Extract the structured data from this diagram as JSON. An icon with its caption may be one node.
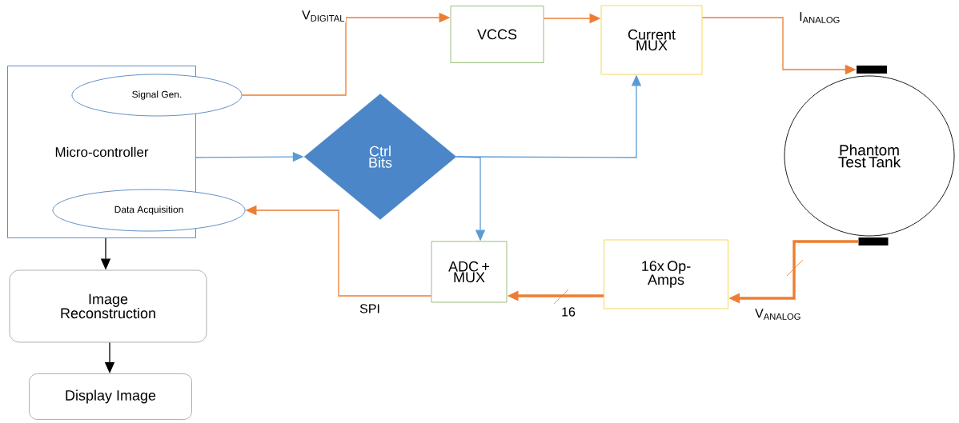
{
  "diagram": {
    "nodes": [
      {
        "text": [
          "Micro-controller"
        ]
      },
      {
        "text": [
          "Signal Gen."
        ]
      },
      {
        "text": [
          "Data Acquisition"
        ]
      },
      {
        "text": [
          "Image Reconstruction"
        ]
      },
      {
        "text": [
          "Display Image"
        ]
      },
      {
        "text": [
          "Ctrl Bits"
        ]
      },
      {
        "text": [
          "VCCS"
        ]
      },
      {
        "text": [
          "Current MUX"
        ]
      },
      {
        "text": [
          "ADC + MUX"
        ]
      },
      {
        "text": [
          "16x Op-Amps"
        ]
      },
      {
        "text": [
          "Phantom Test Tank"
        ]
      },
      {
        "text": [],
        "shape": "bar"
      },
      {
        "text": [],
        "shape": "bar"
      }
    ],
    "edges": [
      {
        "from": 1,
        "to": 6,
        "arrow": "to",
        "label": "V$_{DIGITAL}$"
      },
      {
        "from": 6,
        "to": 7,
        "arrow": "to"
      },
      {
        "from": 7,
        "to": 11,
        "arrow": "to",
        "label": "I$_{ANALOG}$"
      },
      {
        "from": 0,
        "to": 5,
        "arrow": "to",
        "color": "#5b9bd5"
      },
      {
        "from": 5,
        "to": 7,
        "arrow": "to",
        "color": "#5b9bd5"
      },
      {
        "from": 5,
        "to": 8,
        "arrow": "to",
        "color": "#5b9bd5"
      },
      {
        "from": 8,
        "to": 2,
        "arrow": "to",
        "label": "SPI"
      },
      {
        "from": 9,
        "to": 8,
        "arrow": "to",
        "style": "thick",
        "label": "16"
      },
      {
        "from": 12,
        "to": 9,
        "arrow": "to",
        "style": "thick",
        "label": "V$_{ANALOG}$"
      },
      {
        "from": 0,
        "to": 3,
        "arrow": "to",
        "color": "#000000"
      },
      {
        "from": 3,
        "to": 4,
        "arrow": "to",
        "color": "#000000"
      }
    ]
  }
}
